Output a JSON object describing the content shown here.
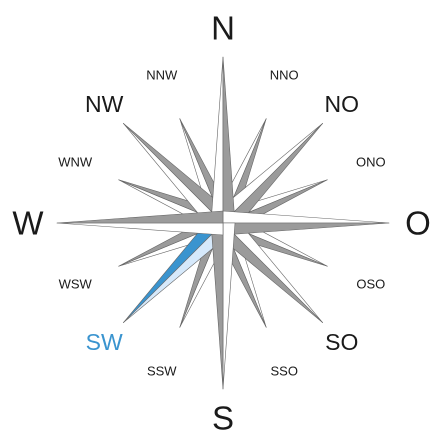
{
  "compass": {
    "highlight_color": "#3a94cf",
    "highlight_fill_light": "#d6e9fb",
    "highlight_fill_dark": "#3a94cf",
    "ray_fill_light": "#ffffff",
    "ray_fill_dark": "#9b9b9b",
    "ray_stroke": "#666666",
    "label_color": "#1a1a1a",
    "highlighted_direction": "SW",
    "directions": [
      {
        "label": "N",
        "angle": 0,
        "tier": "cardinal"
      },
      {
        "label": "NNO",
        "angle": 22.5,
        "tier": "minor"
      },
      {
        "label": "NO",
        "angle": 45,
        "tier": "inter"
      },
      {
        "label": "ONO",
        "angle": 67.5,
        "tier": "minor"
      },
      {
        "label": "O",
        "angle": 90,
        "tier": "cardinal"
      },
      {
        "label": "OSO",
        "angle": 112.5,
        "tier": "minor"
      },
      {
        "label": "SO",
        "angle": 135,
        "tier": "inter"
      },
      {
        "label": "SSO",
        "angle": 157.5,
        "tier": "minor"
      },
      {
        "label": "S",
        "angle": 180,
        "tier": "cardinal"
      },
      {
        "label": "SSW",
        "angle": 202.5,
        "tier": "minor"
      },
      {
        "label": "SW",
        "angle": 225,
        "tier": "inter"
      },
      {
        "label": "WSW",
        "angle": 247.5,
        "tier": "minor"
      },
      {
        "label": "W",
        "angle": 270,
        "tier": "cardinal"
      },
      {
        "label": "WNW",
        "angle": 292.5,
        "tier": "minor"
      },
      {
        "label": "NW",
        "angle": 315,
        "tier": "inter"
      },
      {
        "label": "NNW",
        "angle": 337.5,
        "tier": "minor"
      }
    ]
  }
}
